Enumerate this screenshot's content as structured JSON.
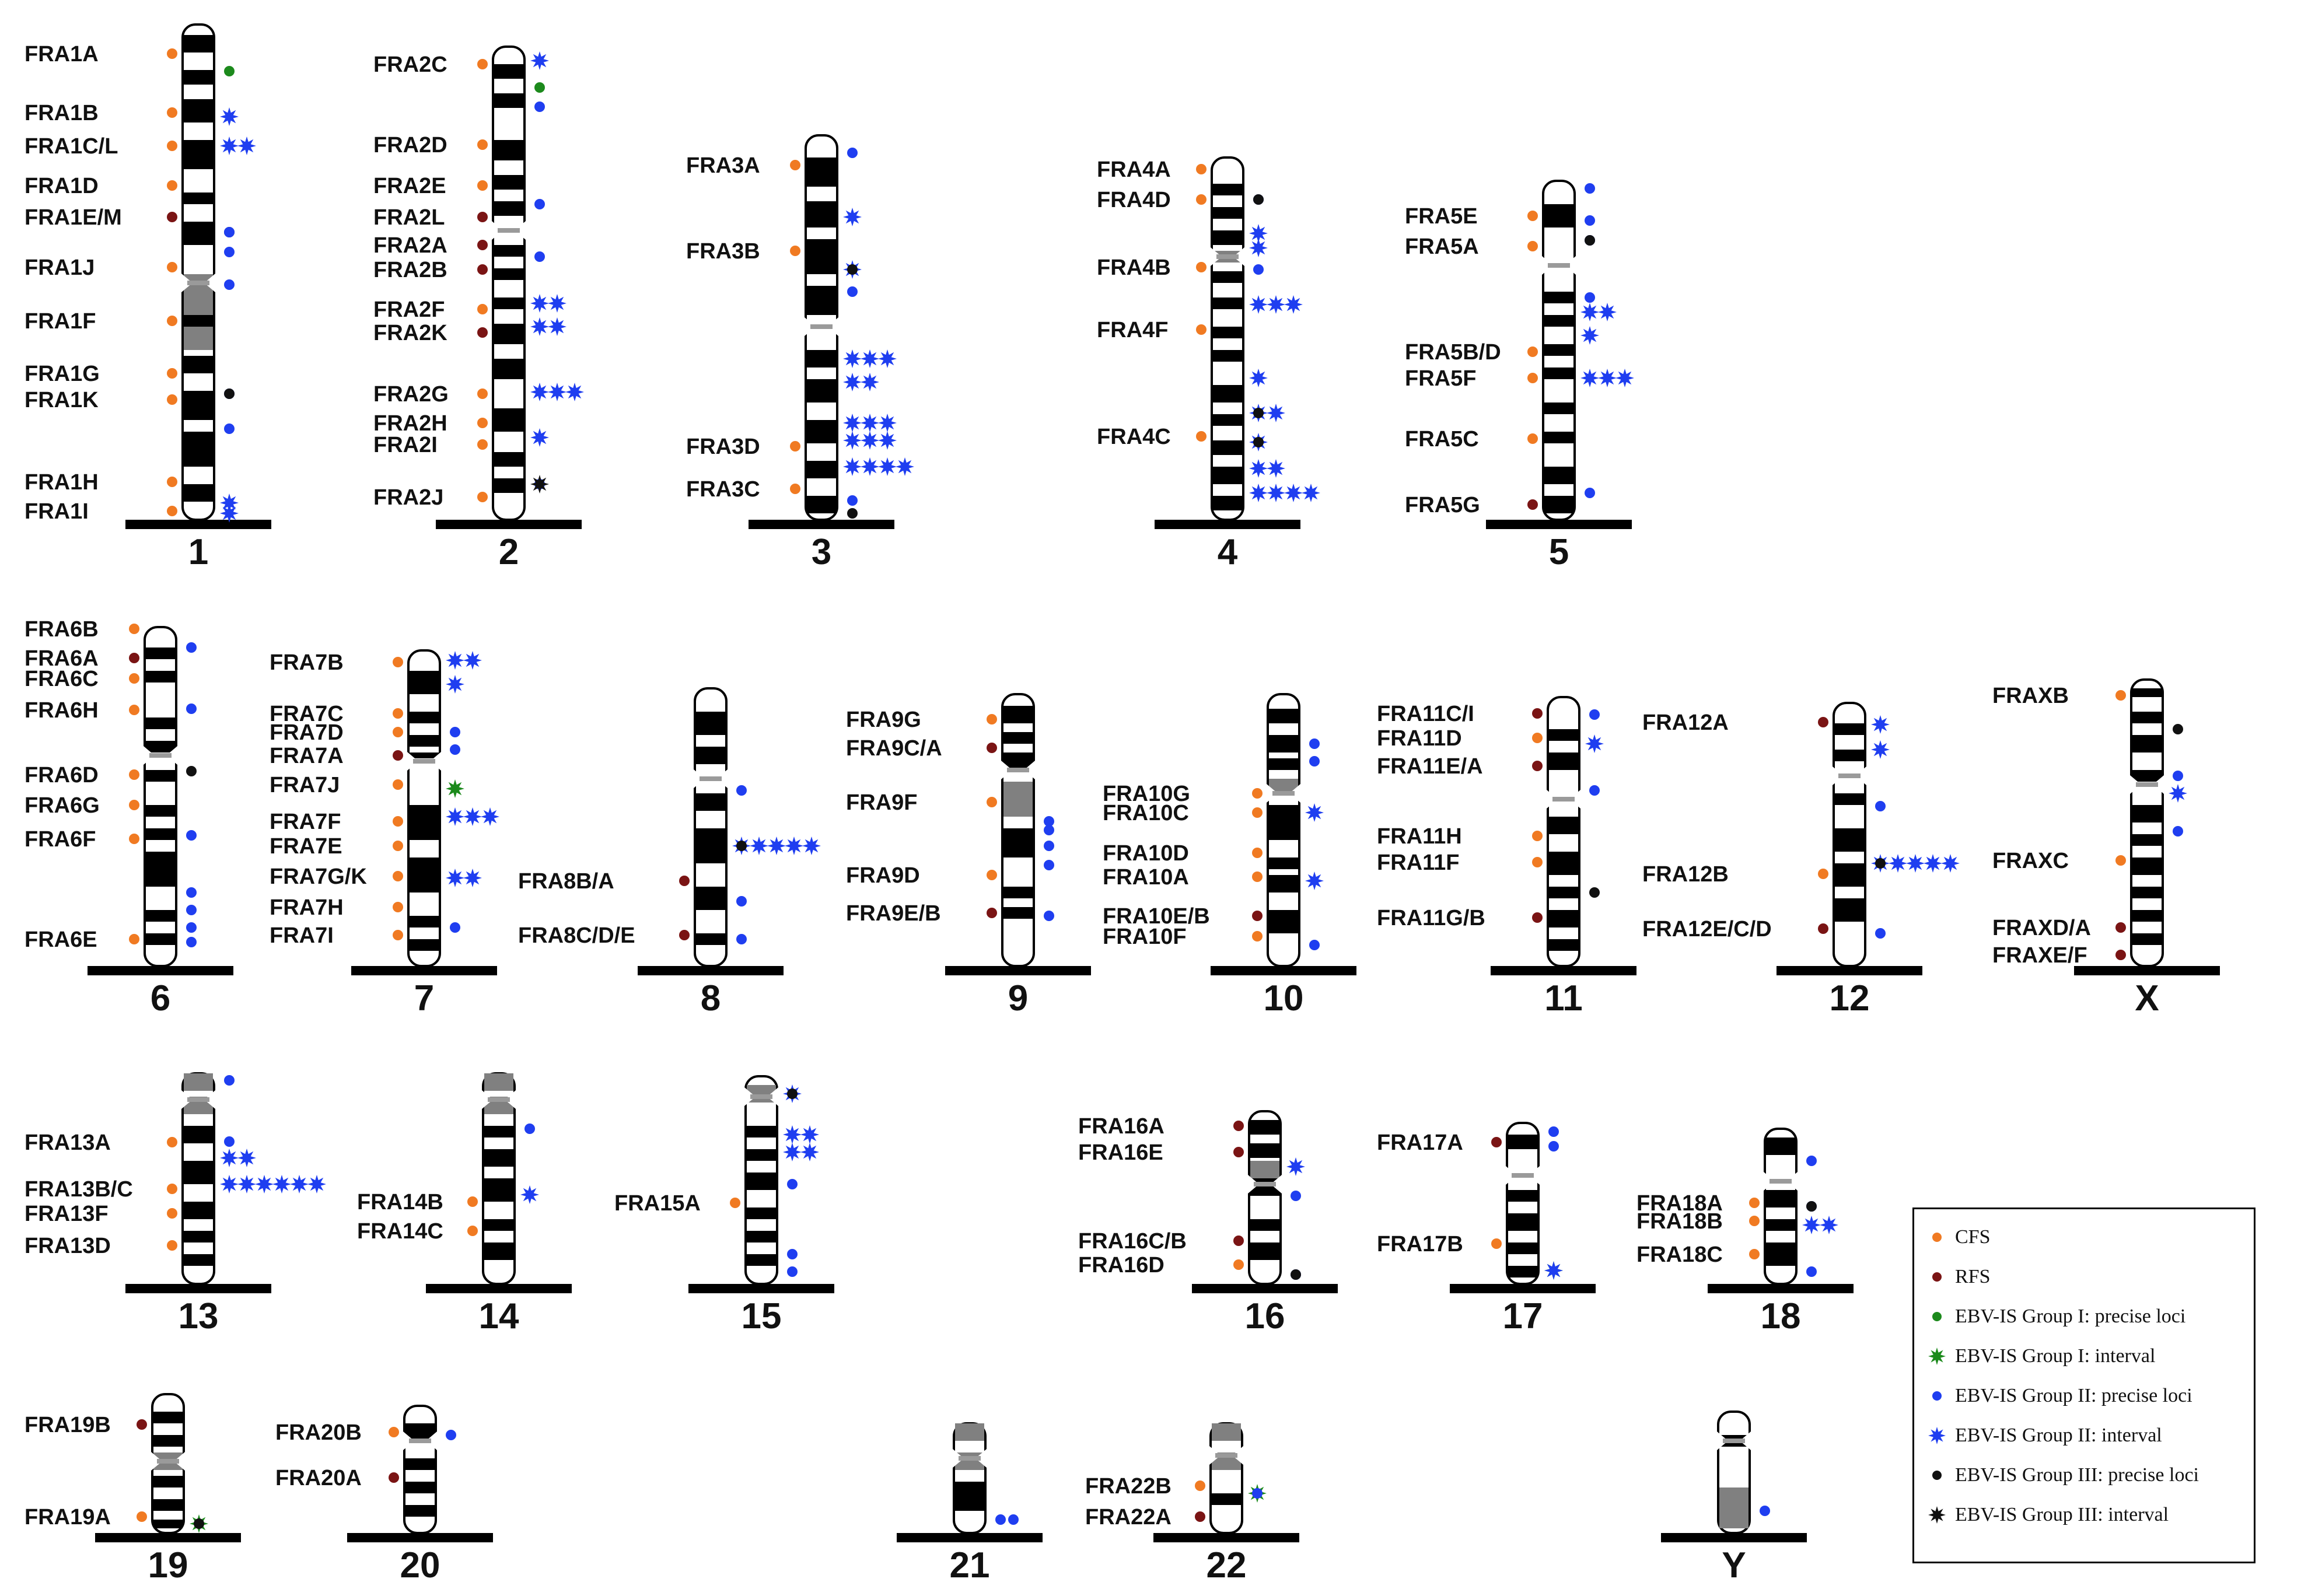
{
  "colors": {
    "CFS": "#f07a22",
    "RFS": "#7a1414",
    "EBV1": "#1c8a1c",
    "EBV2": "#1f3ef0",
    "EBV3": "#111111",
    "chromosome_dark": "#000000",
    "chromosome_gray": "#808080",
    "centromere": "#9a9a9a"
  },
  "chromosomes": [
    {
      "id": "1",
      "label": "1",
      "sites": [
        "FRA1A",
        "FRA1B",
        "FRA1C/L",
        "FRA1D",
        "FRA1E/M",
        "FRA1J",
        "FRA1F",
        "FRA1G",
        "FRA1K",
        "FRA1H",
        "FRA1I"
      ]
    },
    {
      "id": "2",
      "label": "2",
      "sites": [
        "FRA2C",
        "FRA2D",
        "FRA2E",
        "FRA2L",
        "FRA2A",
        "FRA2B",
        "FRA2F",
        "FRA2K",
        "FRA2G",
        "FRA2H",
        "FRA2I",
        "FRA2J"
      ]
    },
    {
      "id": "3",
      "label": "3",
      "sites": [
        "FRA3A",
        "FRA3B",
        "FRA3D",
        "FRA3C"
      ]
    },
    {
      "id": "4",
      "label": "4",
      "sites": [
        "FRA4A",
        "FRA4D",
        "FRA4B",
        "FRA4F",
        "FRA4C"
      ]
    },
    {
      "id": "5",
      "label": "5",
      "sites": [
        "FRA5E",
        "FRA5A",
        "FRA5B/D",
        "FRA5F",
        "FRA5C",
        "FRA5G"
      ]
    },
    {
      "id": "6",
      "label": "6",
      "sites": [
        "FRA6B",
        "FRA6A",
        "FRA6C",
        "FRA6H",
        "FRA6D",
        "FRA6G",
        "FRA6F",
        "FRA6E"
      ]
    },
    {
      "id": "7",
      "label": "7",
      "sites": [
        "FRA7B",
        "FRA7C",
        "FRA7D",
        "FRA7A",
        "FRA7J",
        "FRA7F",
        "FRA7E",
        "FRA7G/K",
        "FRA7H",
        "FRA7I"
      ]
    },
    {
      "id": "8",
      "label": "8",
      "sites": [
        "FRA8B/A",
        "FRA8C/D/E"
      ]
    },
    {
      "id": "9",
      "label": "9",
      "sites": [
        "FRA9G",
        "FRA9C/A",
        "FRA9F",
        "FRA9D",
        "FRA9E/B"
      ]
    },
    {
      "id": "10",
      "label": "10",
      "sites": [
        "FRA10G",
        "FRA10C",
        "FRA10D",
        "FRA10A",
        "FRA10E/B",
        "FRA10F"
      ]
    },
    {
      "id": "11",
      "label": "11",
      "sites": [
        "FRA11C/I",
        "FRA11D",
        "FRA11E/A",
        "FRA11H",
        "FRA11F",
        "FRA11G/B"
      ]
    },
    {
      "id": "12",
      "label": "12",
      "sites": [
        "FRA12A",
        "FRA12B",
        "FRA12E/C/D"
      ]
    },
    {
      "id": "X",
      "label": "X",
      "sites": [
        "FRAXB",
        "FRAXC",
        "FRAXD/A",
        "FRAXE/F"
      ]
    },
    {
      "id": "13",
      "label": "13",
      "sites": [
        "FRA13A",
        "FRA13B/C",
        "FRA13F",
        "FRA13D"
      ]
    },
    {
      "id": "14",
      "label": "14",
      "sites": [
        "FRA14B",
        "FRA14C"
      ]
    },
    {
      "id": "15",
      "label": "15",
      "sites": [
        "FRA15A"
      ]
    },
    {
      "id": "16",
      "label": "16",
      "sites": [
        "FRA16A",
        "FRA16E",
        "FRA16C/B",
        "FRA16D"
      ]
    },
    {
      "id": "17",
      "label": "17",
      "sites": [
        "FRA17A",
        "FRA17B"
      ]
    },
    {
      "id": "18",
      "label": "18",
      "sites": [
        "FRA18A",
        "FRA18B",
        "FRA18C"
      ]
    },
    {
      "id": "19",
      "label": "19",
      "sites": [
        "FRA19B",
        "FRA19A"
      ]
    },
    {
      "id": "20",
      "label": "20",
      "sites": [
        "FRA20B",
        "FRA20A"
      ]
    },
    {
      "id": "21",
      "label": "21",
      "sites": []
    },
    {
      "id": "22",
      "label": "22",
      "sites": [
        "FRA22B",
        "FRA22A"
      ]
    },
    {
      "id": "Y",
      "label": "Y",
      "sites": []
    }
  ],
  "legend": [
    {
      "key": "cfs",
      "label": "CFS",
      "color": "#f07a22",
      "marker": "dot"
    },
    {
      "key": "rfs",
      "label": "RFS",
      "color": "#7a1414",
      "marker": "dot"
    },
    {
      "key": "ebv1-precise",
      "label": "EBV-IS Group I: precise loci",
      "color": "#1c8a1c",
      "marker": "dot"
    },
    {
      "key": "ebv1-interval",
      "label": "EBV-IS Group I: interval",
      "color": "#1c8a1c",
      "marker": "star"
    },
    {
      "key": "ebv2-precise",
      "label": "EBV-IS Group II: precise loci",
      "color": "#1f3ef0",
      "marker": "dot"
    },
    {
      "key": "ebv2-interval",
      "label": "EBV-IS Group II: interval",
      "color": "#1f3ef0",
      "marker": "star"
    },
    {
      "key": "ebv3-precise",
      "label": "EBV-IS Group III: precise loci",
      "color": "#111111",
      "marker": "dot"
    },
    {
      "key": "ebv3-interval",
      "label": "EBV-IS Group III: interval",
      "color": "#111111",
      "marker": "star"
    }
  ]
}
